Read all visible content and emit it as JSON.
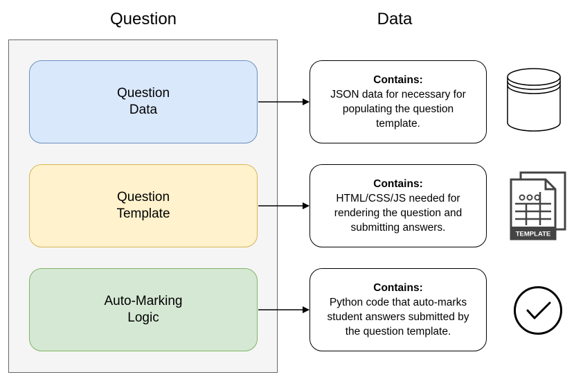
{
  "headings": {
    "question": "Question",
    "data": "Data"
  },
  "components": [
    {
      "line1": "Question",
      "line2": "Data",
      "fill": "#dae8fc",
      "stroke": "#6c8ebf"
    },
    {
      "line1": "Question",
      "line2": "Template",
      "fill": "#fff2cc",
      "stroke": "#d6b656"
    },
    {
      "line1": "Auto-Marking",
      "line2": "Logic",
      "fill": "#d5e8d4",
      "stroke": "#82b366"
    }
  ],
  "descriptions": [
    {
      "heading": "Contains:",
      "lines": [
        "JSON data for necessary for",
        "populating the question",
        "template."
      ]
    },
    {
      "heading": "Contains:",
      "lines": [
        "HTML/CSS/JS needed for",
        "rendering the question and",
        "submitting answers."
      ]
    },
    {
      "heading": "Contains:",
      "lines": [
        "Python code that auto-marks",
        "student answers submitted by",
        "the question template."
      ]
    }
  ],
  "icons": {
    "database": "database-icon",
    "template": "template-icon",
    "template_label": "TEMPLATE",
    "check": "check-circle-icon"
  }
}
